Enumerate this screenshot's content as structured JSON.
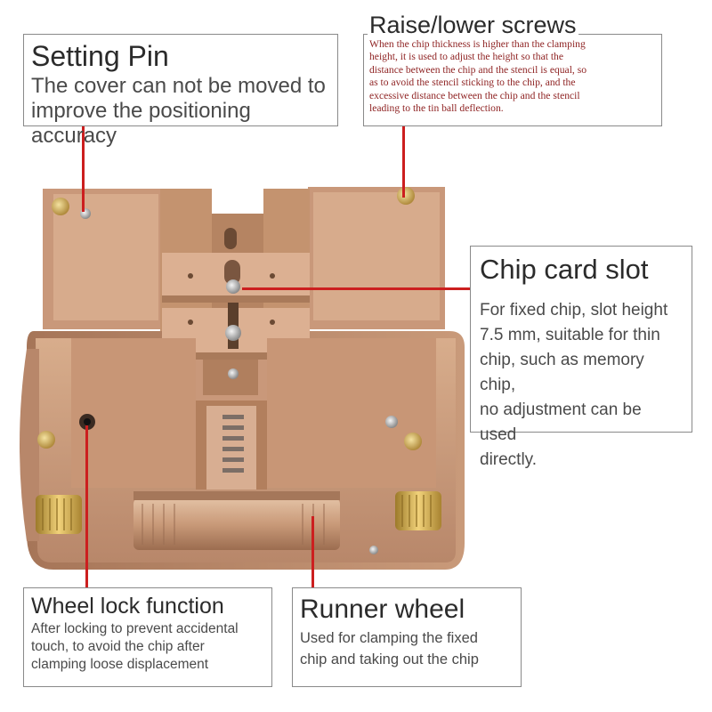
{
  "callouts": {
    "setting_pin": {
      "title": "Setting Pin",
      "description": "The cover can not be moved to\nimprove the positioning accuracy"
    },
    "raise_lower": {
      "title": "Raise/lower screws",
      "description": "When the chip thickness is higher than the clamping\nheight, it is used to adjust the height so that the\ndistance between the chip and the stencil is equal, so\nas to avoid the stencil sticking to the chip, and the\nexcessive distance between the chip and the stencil\nleading to the tin ball deflection."
    },
    "chip_card_slot": {
      "title": "Chip card slot",
      "description": "For fixed chip, slot height\n7.5 mm, suitable for thin\nchip, such as memory chip,\nno adjustment can be used\ndirectly."
    },
    "wheel_lock": {
      "title": "Wheel lock function",
      "description": "After locking to prevent accidental\ntouch, to avoid the chip after\nclamping loose displacement"
    },
    "runner_wheel": {
      "title": "Runner wheel",
      "description": "Used for clamping the fixed\nchip and taking out the chip"
    }
  },
  "colors": {
    "leader_line": "#cc1f1f",
    "body_metal": "#c89a78",
    "body_shadow": "#a97a5a",
    "brass": "#d4a84a",
    "raise_text": "#8f2424"
  }
}
